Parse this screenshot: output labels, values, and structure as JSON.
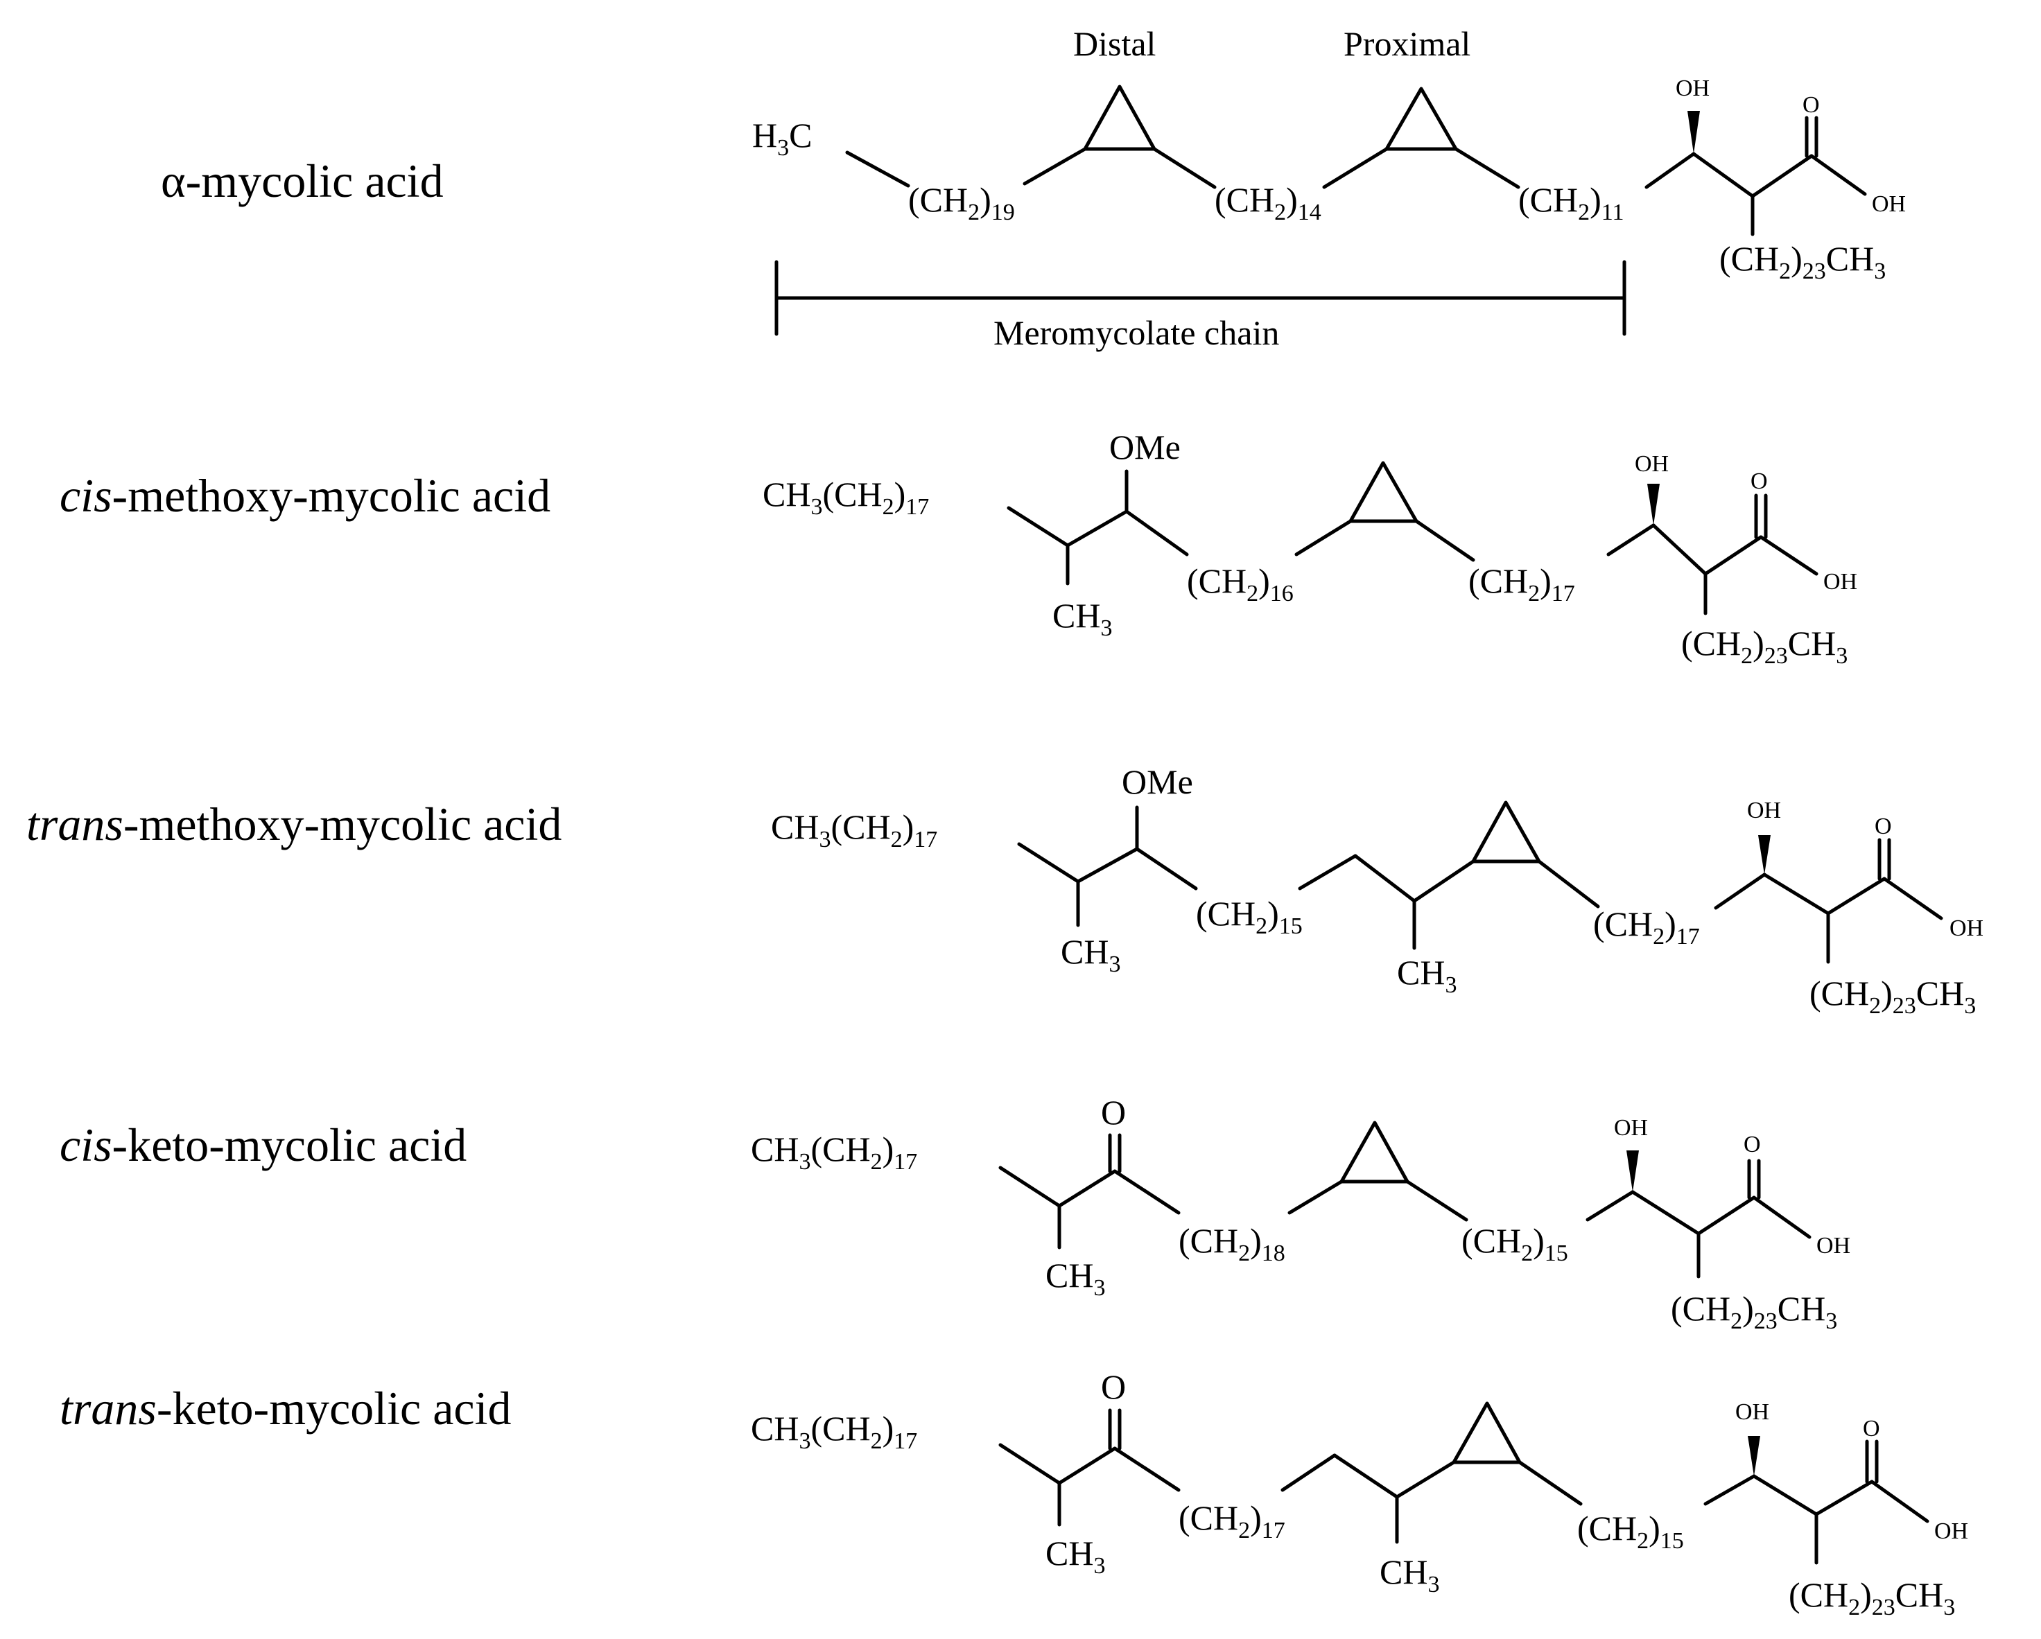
{
  "labels": {
    "distal": "Distal",
    "proximal": "Proximal",
    "meromycolate_chain": "Meromycolate chain",
    "oh": "OH",
    "o": "O",
    "ome": "OMe"
  },
  "compounds": [
    {
      "prefix": "",
      "name": "α-mycolic acid"
    },
    {
      "prefix": "cis",
      "name": "-methoxy-mycolic acid"
    },
    {
      "prefix": "trans",
      "name": "-methoxy-mycolic acid"
    },
    {
      "prefix": "cis",
      "name": "-keto-mycolic acid"
    },
    {
      "prefix": "trans",
      "name": "-keto-mycolic acid"
    }
  ],
  "groups": {
    "h3c": "H3C",
    "ch3": "CH3",
    "ch3ch2_17": "CH3(CH2)17",
    "ch2_23ch3": "(CH2)23CH3",
    "ch2_19": "(CH2)19",
    "ch2_14": "(CH2)14",
    "ch2_11": "(CH2)11",
    "ch2_16": "(CH2)16",
    "ch2_17": "(CH2)17",
    "ch2_15": "(CH2)15",
    "ch2_18": "(CH2)18"
  }
}
